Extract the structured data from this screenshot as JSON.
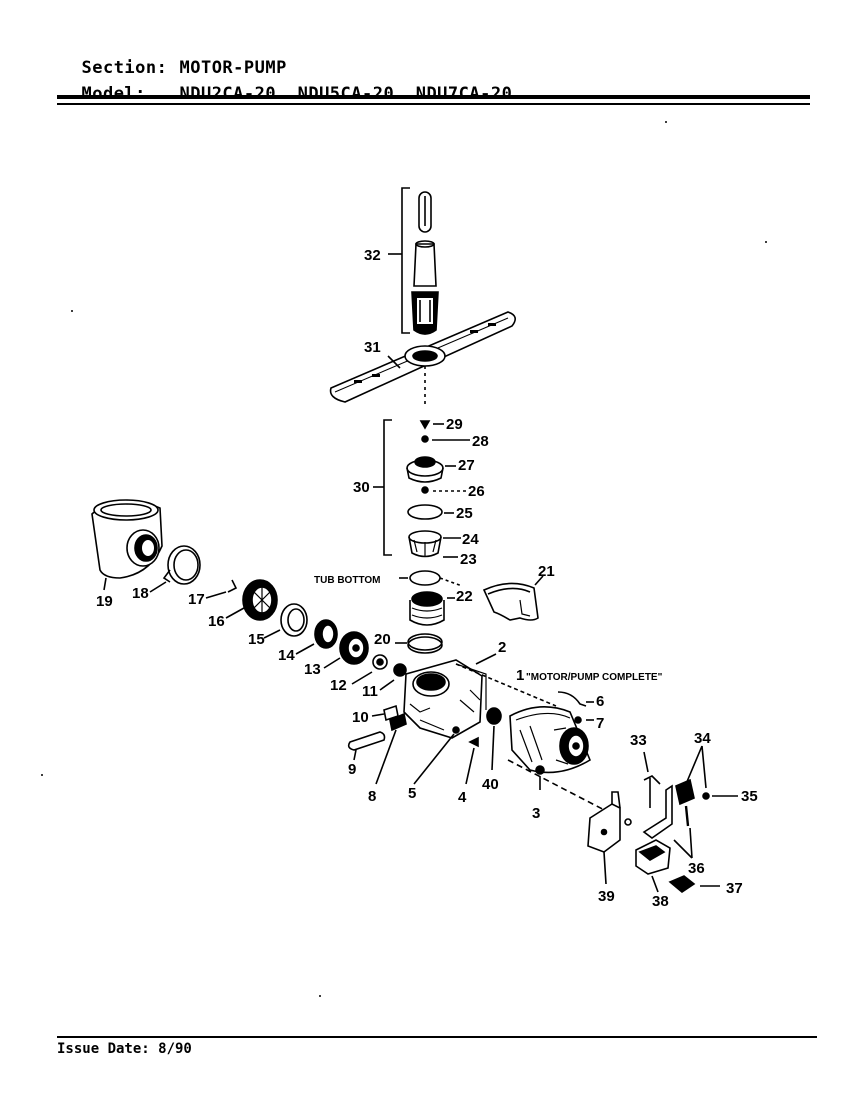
{
  "header": {
    "section_label": "Section:",
    "section_value": "MOTOR-PUMP",
    "model_label": "Model:",
    "models": [
      "NDU2CA-20",
      "NDU5CA-20",
      "NDU7CA-20"
    ]
  },
  "diagram": {
    "tub_bottom_label": "TUB BOTTOM",
    "motor_pump_note": "\"MOTOR/PUMP COMPLETE\"",
    "callouts": {
      "c1": "1",
      "c2": "2",
      "c3": "3",
      "c4": "4",
      "c5": "5",
      "c6": "6",
      "c7": "7",
      "c8": "8",
      "c9": "9",
      "c10": "10",
      "c11": "11",
      "c12": "12",
      "c13": "13",
      "c14": "14",
      "c15": "15",
      "c16": "16",
      "c17": "17",
      "c18": "18",
      "c19": "19",
      "c20": "20",
      "c21": "21",
      "c22": "22",
      "c23": "23",
      "c24": "24",
      "c25": "25",
      "c26": "26",
      "c27": "27",
      "c28": "28",
      "c29": "29",
      "c30": "30",
      "c31": "31",
      "c32": "32",
      "c33": "33",
      "c34": "34",
      "c35": "35",
      "c36": "36",
      "c37": "37",
      "c38": "38",
      "c39": "39",
      "c40": "40"
    }
  },
  "footer": {
    "issue_date": "Issue Date: 8/90"
  }
}
